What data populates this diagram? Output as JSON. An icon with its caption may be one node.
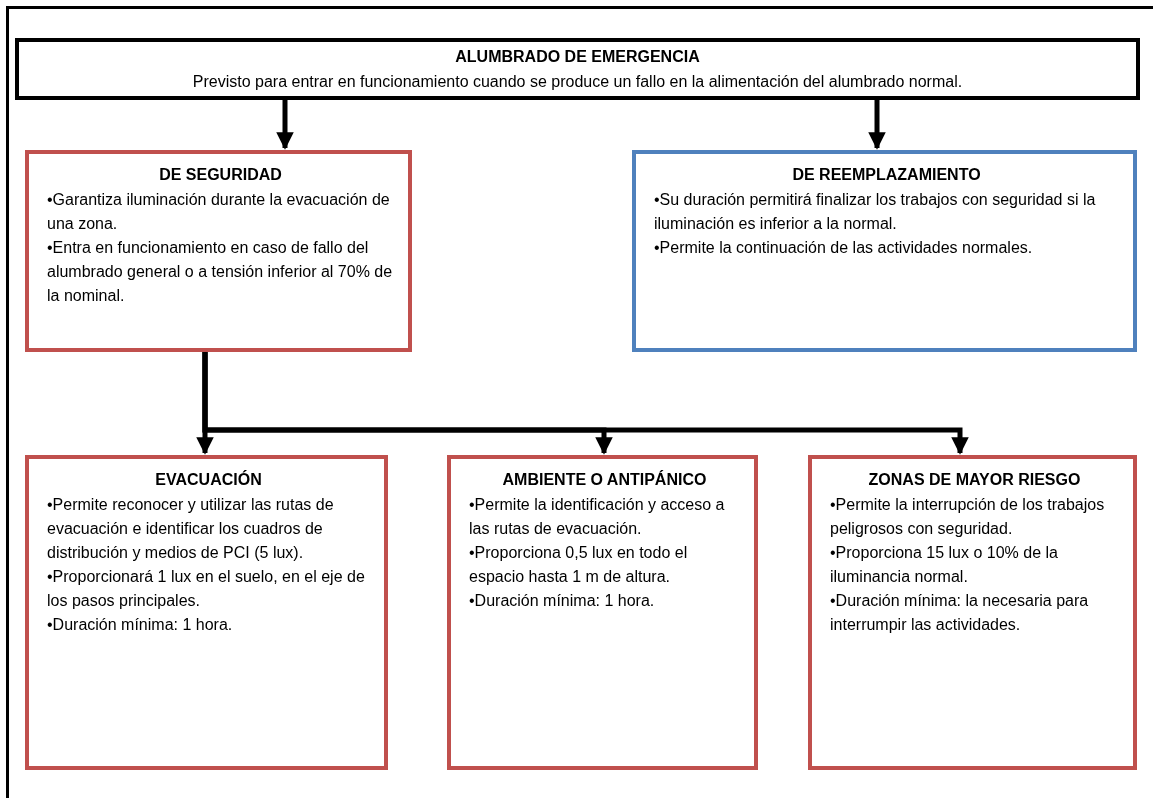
{
  "diagram": {
    "nodes": [
      {
        "text": [
          "ALUMBRADO DE EMERGENCIA",
          "Previsto para entrar en funcionamiento cuando se produce un fallo en la alimentación del alumbrado normal."
        ]
      },
      {
        "text": [
          "DE SEGURIDAD",
          "•Garantiza iluminación durante la evacuación de una zona.",
          "•Entra en funcionamiento en caso de fallo del alumbrado general o a tensión inferior al 70% de la nominal."
        ]
      },
      {
        "text": [
          "DE REEMPLAZAMIENTO",
          "•Su duración permitirá finalizar los trabajos con seguridad si la iluminación es inferior a la normal.",
          "•Permite la continuación de las actividades normales."
        ]
      },
      {
        "text": [
          "EVACUACIÓN",
          "•Permite reconocer y utilizar las rutas de evacuación e identificar los cuadros de distribución y medios de PCI (5 lux).",
          "•Proporcionará 1 lux en el suelo, en el eje de los pasos principales.",
          "•Duración mínima: 1 hora."
        ]
      },
      {
        "text": [
          "AMBIENTE O ANTIPÁNICO",
          "•Permite la identificación y acceso a las rutas de evacuación.",
          "•Proporciona 0,5 lux en todo el espacio hasta 1 m de altura.",
          "•Duración mínima: 1 hora."
        ]
      },
      {
        "text": [
          "ZONAS DE MAYOR RIESGO",
          "•Permite la interrupción de los trabajos peligrosos con seguridad.",
          "•Proporciona 15 lux o 10% de la iluminancia normal.",
          "•Duración mínima: la necesaria para interrumpir las actividades."
        ]
      }
    ],
    "edges": [
      {
        "from": 0,
        "to": 1,
        "arrow": "to"
      },
      {
        "from": 0,
        "to": 2,
        "arrow": "to"
      },
      {
        "from": 1,
        "to": 3,
        "arrow": "to"
      },
      {
        "from": 1,
        "to": 4,
        "arrow": "to"
      },
      {
        "from": 1,
        "to": 5,
        "arrow": "to"
      }
    ]
  }
}
